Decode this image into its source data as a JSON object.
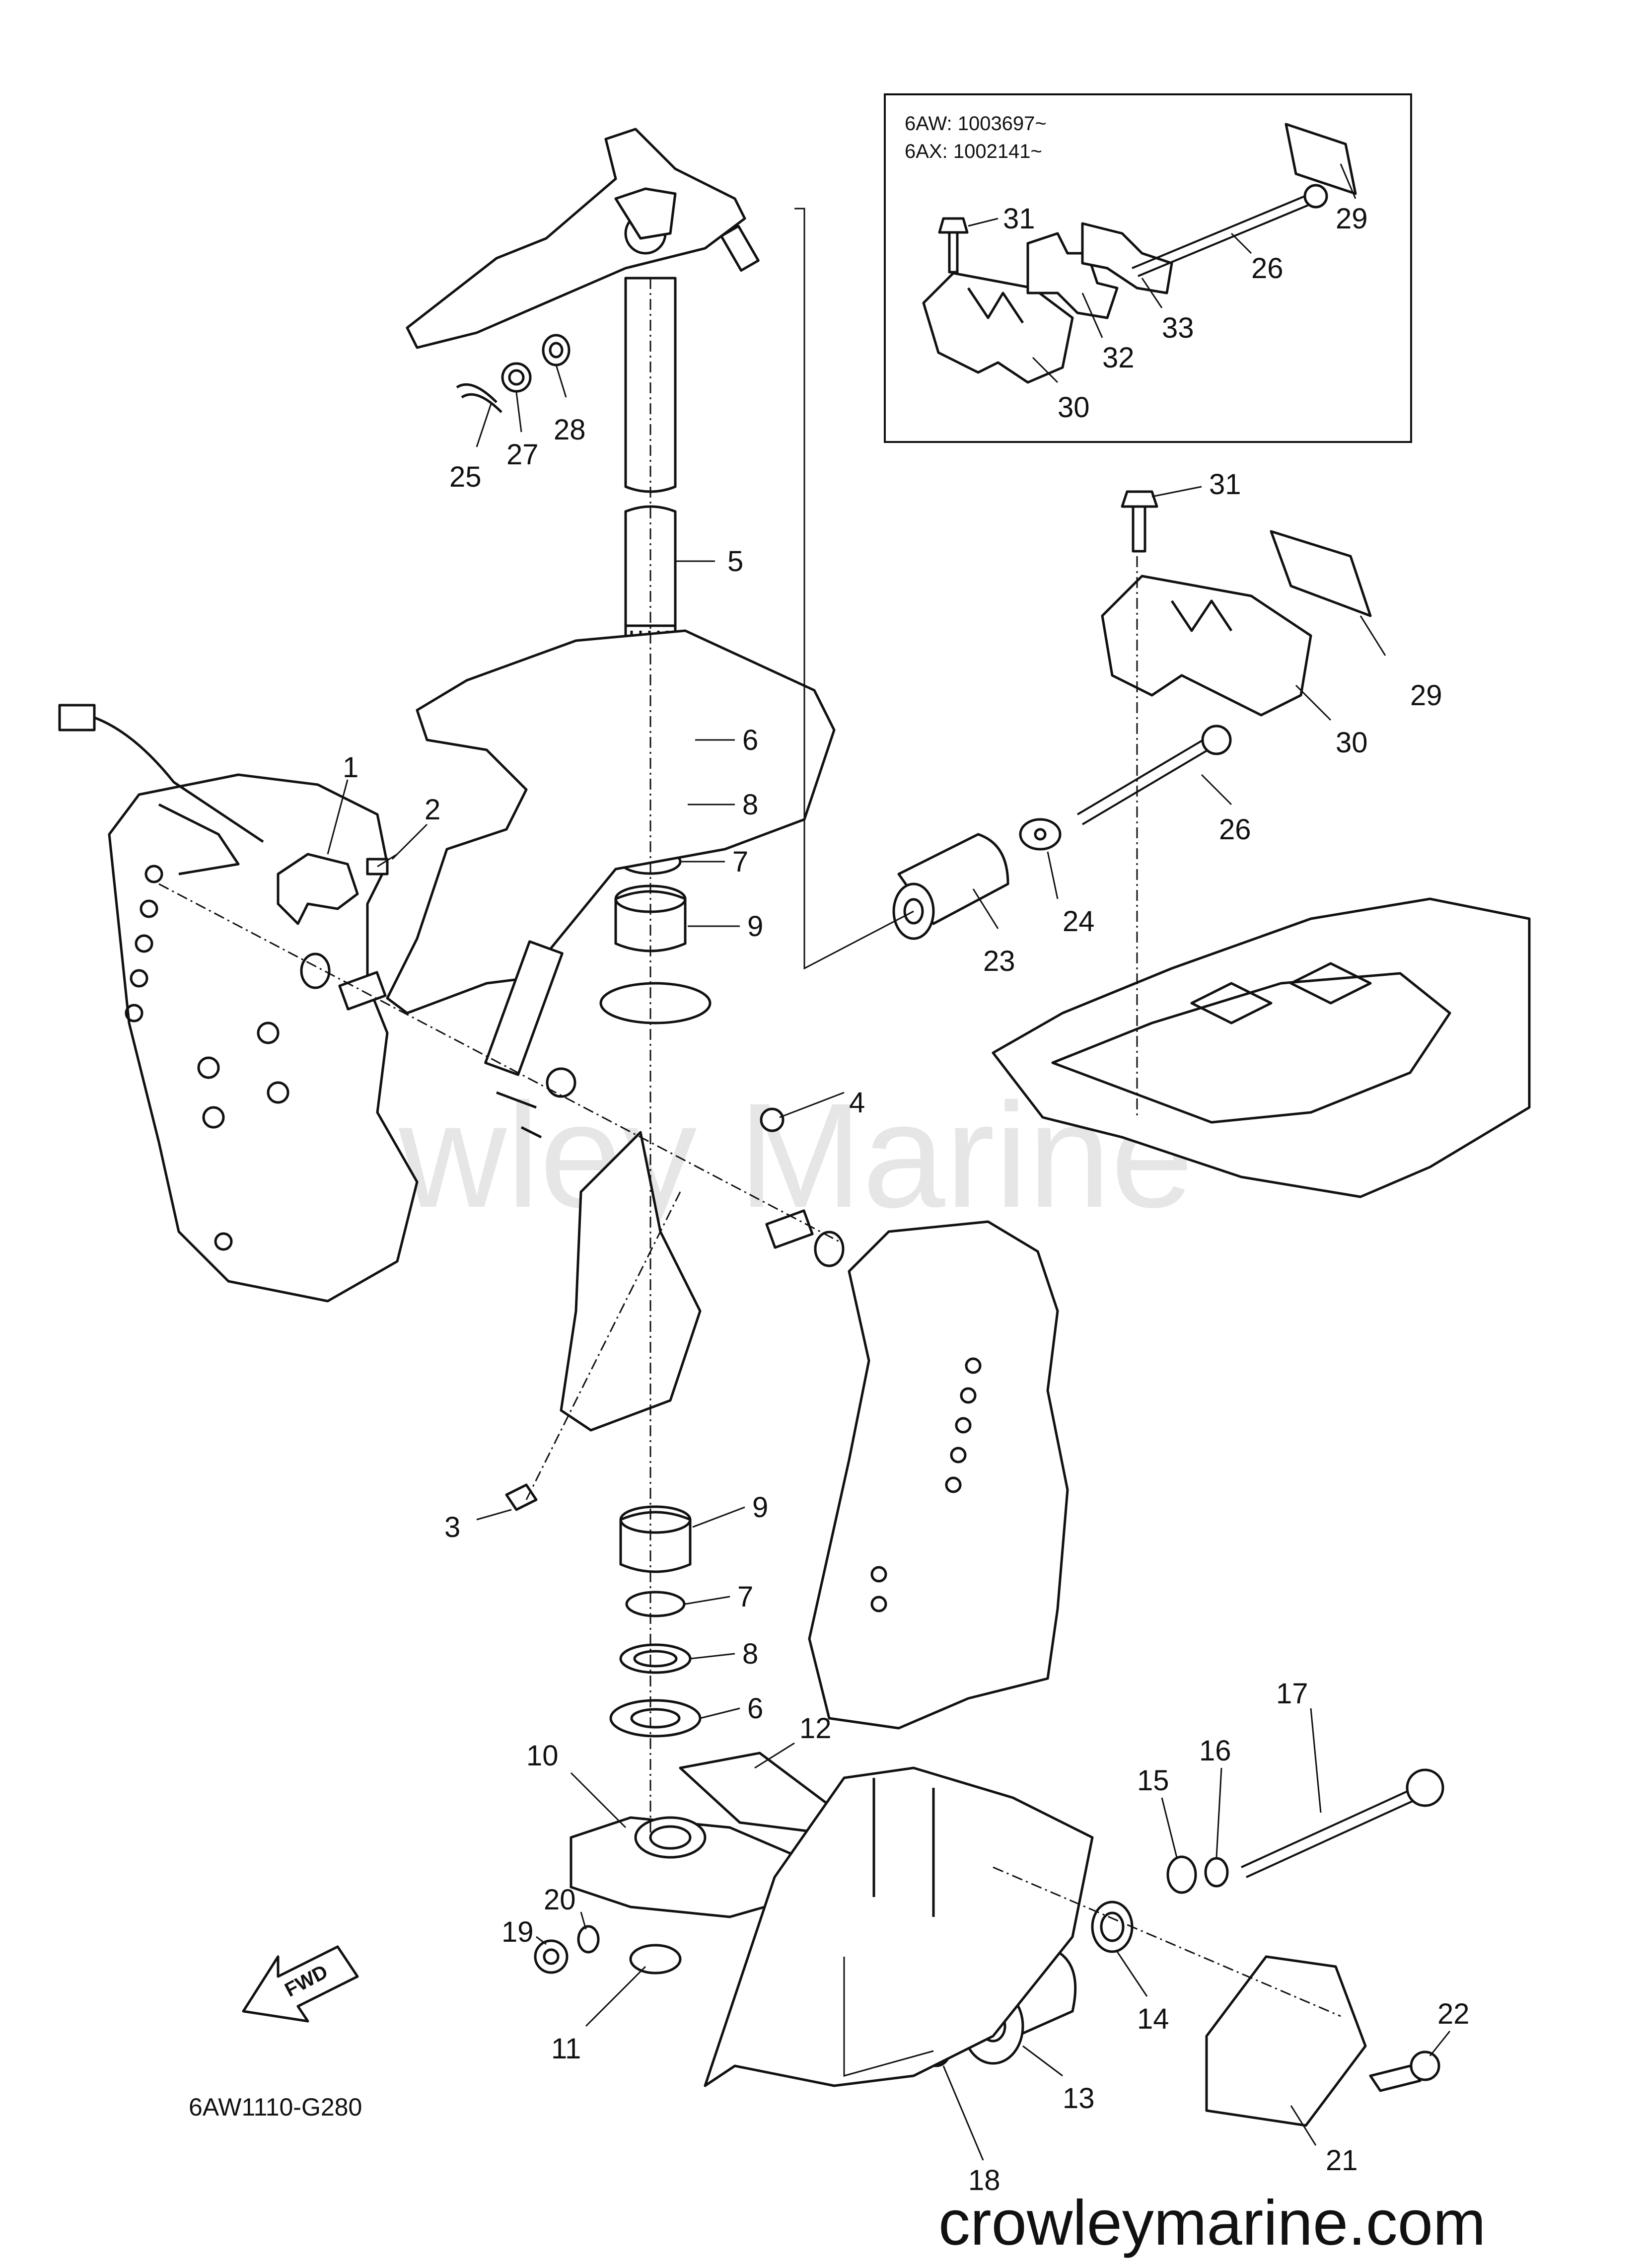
{
  "diagram_code": "6AW1110-G280",
  "watermark": "Crowley Marine",
  "website": "crowleymarine.com",
  "fwd_label": "FWD",
  "inset": {
    "line1": "6AW: 1003697~",
    "line2": "6AX: 1002141~",
    "labels": [
      "31",
      "29",
      "26",
      "33",
      "32",
      "30"
    ]
  },
  "callouts": [
    "1",
    "2",
    "3",
    "4",
    "5",
    "6",
    "8",
    "7",
    "9",
    "9",
    "7",
    "8",
    "6",
    "10",
    "12",
    "11",
    "19",
    "20",
    "23",
    "24",
    "25",
    "27",
    "28",
    "26",
    "29",
    "30",
    "31",
    "17",
    "16",
    "15",
    "14",
    "13",
    "18",
    "21",
    "22"
  ]
}
